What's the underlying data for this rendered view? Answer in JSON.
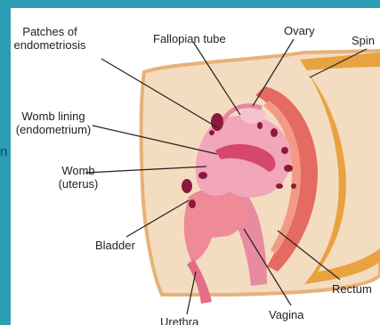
{
  "background_fragment": "n",
  "labels": {
    "patches_line1": "Patches of",
    "patches_line2": "endometriosis",
    "fallopian_tube": "Fallopian tube",
    "ovary": "Ovary",
    "spine": "Spin",
    "womb_lining_line1": "Womb lining",
    "womb_lining_line2": "(endometrium)",
    "womb_line1": "Womb",
    "womb_line2": "(uterus)",
    "bladder": "Bladder",
    "rectum": "Rectum",
    "urethra": "Urethra",
    "vagina": "Vagina"
  },
  "colors": {
    "frame_accent": "#2b9db4",
    "outer_body": "#f4dcc0",
    "outer_body_edge": "#e6b27a",
    "spine": "#e9a23f",
    "rectum": "#e56a62",
    "rectum_inner": "#f39a87",
    "uterus": "#f2a6b9",
    "endometrium": "#d7466b",
    "endometriosis": "#8a1a3a",
    "bladder": "#ef8a97",
    "leader_line": "#222222"
  }
}
